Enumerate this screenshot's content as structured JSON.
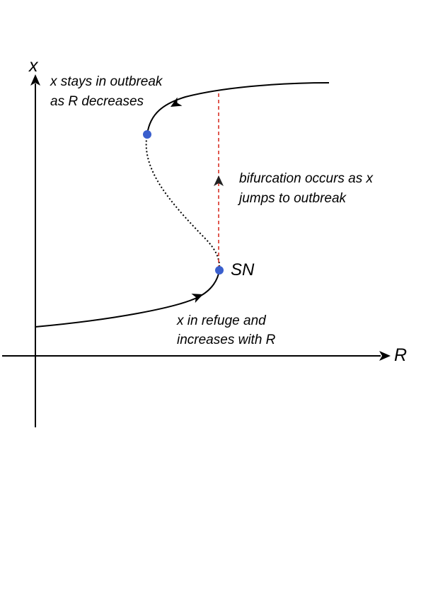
{
  "axes": {
    "x_axis_label": "R",
    "y_axis_label": "x"
  },
  "points": {
    "saddle_node_label": "SN"
  },
  "annotations": {
    "upper_branch": [
      "x stays in outbreak",
      "as R decreases"
    ],
    "jump": [
      "bifurcation occurs as x",
      "jumps to outbreak"
    ],
    "lower_branch": [
      "x in refuge and",
      "increases with R"
    ]
  },
  "colors": {
    "curve": "#000000",
    "bifurcation_point": "#3a5fcd",
    "jump_line": "#d93025"
  },
  "icons": {
    "arrowhead": "arrowhead-icon"
  }
}
